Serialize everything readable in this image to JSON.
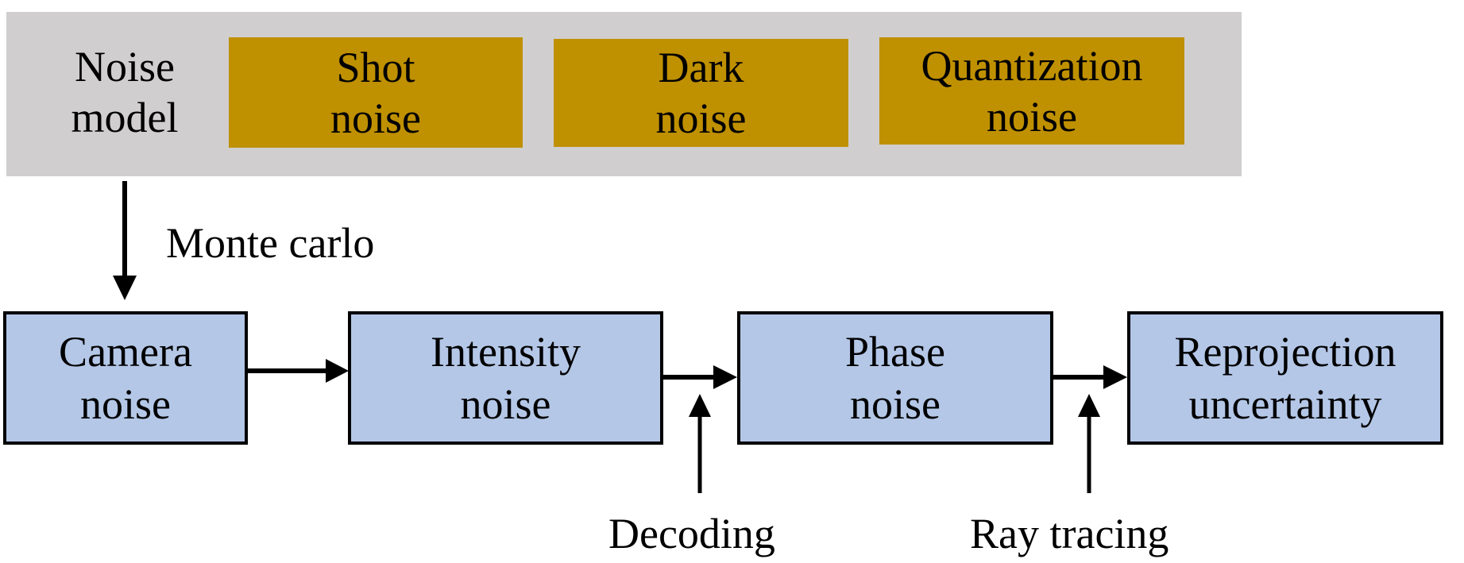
{
  "noise_model": {
    "label_line1": "Noise",
    "label_line2": "model",
    "sources": [
      {
        "line1": "Shot",
        "line2": "noise"
      },
      {
        "line1": "Dark",
        "line2": "noise"
      },
      {
        "line1": "Quantization",
        "line2": "noise"
      }
    ]
  },
  "pipeline": [
    {
      "line1": "Camera",
      "line2": "noise"
    },
    {
      "line1": "Intensity",
      "line2": "noise"
    },
    {
      "line1": "Phase",
      "line2": "noise"
    },
    {
      "line1": "Reprojection",
      "line2": "uncertainty"
    }
  ],
  "edge_labels": {
    "monte_carlo": "Monte carlo",
    "decoding": "Decoding",
    "ray_tracing": "Ray tracing"
  },
  "colors": {
    "panel_bg": "#d0cece",
    "source_box": "#bf9000",
    "pipeline_box": "#b4c7e7",
    "stroke": "#000000"
  }
}
